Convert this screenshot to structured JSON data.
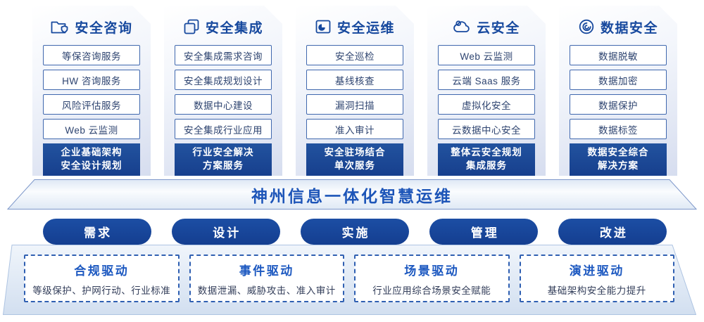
{
  "palette": {
    "primary_blue": "#17479C",
    "title_blue": "#17499E",
    "bright_blue": "#1D55B8",
    "item_border_blue": "#4068AE",
    "item_text": "#2E4470",
    "card_gradient_end": "#D6DDEF",
    "dashed_border_blue": "#3060B2",
    "desc_text": "#333E5A"
  },
  "columns": [
    {
      "title": "安全咨询",
      "icon": "folder-shield-icon",
      "items": [
        "等保咨询服务",
        "HW 咨询服务",
        "风险评估服务",
        "Web 云监测"
      ],
      "footer_line1": "企业基础架构",
      "footer_line2": "安全设计规划"
    },
    {
      "title": "安全集成",
      "icon": "document-stack-icon",
      "items": [
        "安全集成需求咨询",
        "安全集成规划设计",
        "数据中心建设",
        "安全集成行业应用"
      ],
      "footer_line1": "行业安全解决",
      "footer_line2": "方案服务"
    },
    {
      "title": "安全运维",
      "icon": "folder-clock-icon",
      "items": [
        "安全巡检",
        "基线核查",
        "漏洞扫描",
        "准入审计"
      ],
      "footer_line1": "安全驻场结合",
      "footer_line2": "单次服务"
    },
    {
      "title": "云安全",
      "icon": "cloud-security-icon",
      "items": [
        "Web 云监测",
        "云端 Saas 服务",
        "虚拟化安全",
        "云数据中心安全"
      ],
      "footer_line1": "整体云安全规划",
      "footer_line2": "集成服务"
    },
    {
      "title": "数据安全",
      "icon": "fingerprint-icon",
      "items": [
        "数据脱敏",
        "数据加密",
        "数据保护",
        "数据标签"
      ],
      "footer_line1": "数据安全综合",
      "footer_line2": "解决方案"
    }
  ],
  "banner": {
    "title": "神州信息一体化智慧运维"
  },
  "pills": [
    "需求",
    "设计",
    "实施",
    "管理",
    "改进"
  ],
  "drivers": [
    {
      "title": "合规驱动",
      "desc": "等级保护、护网行动、行业标准"
    },
    {
      "title": "事件驱动",
      "desc": "数据泄漏、威胁攻击、准入审计"
    },
    {
      "title": "场景驱动",
      "desc": "行业应用综合场景安全赋能"
    },
    {
      "title": "演进驱动",
      "desc": "基础架构安全能力提升"
    }
  ]
}
